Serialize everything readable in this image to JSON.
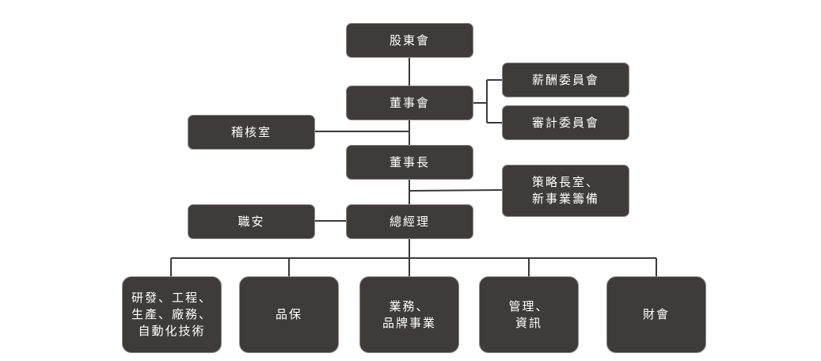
{
  "org_chart": {
    "shareholders": "股東會",
    "board": "董事會",
    "compensation_committee": "薪酬委員會",
    "audit_committee": "審計委員會",
    "internal_audit": "稽核室",
    "chairman": "董事長",
    "strategy_office": "策略長室、\n新事業籌備",
    "safety": "職安",
    "general_manager": "總經理",
    "departments": [
      "研發、工程、\n生產、廠務、\n自動化技術",
      "品保",
      "業務、\n品牌事業",
      "管理、\n資訊",
      "財會"
    ]
  },
  "colors": {
    "box_fill": "#3f3b3a",
    "box_border": "#8e8a88",
    "line": "#3a3a3a",
    "text": "#ffffff"
  }
}
